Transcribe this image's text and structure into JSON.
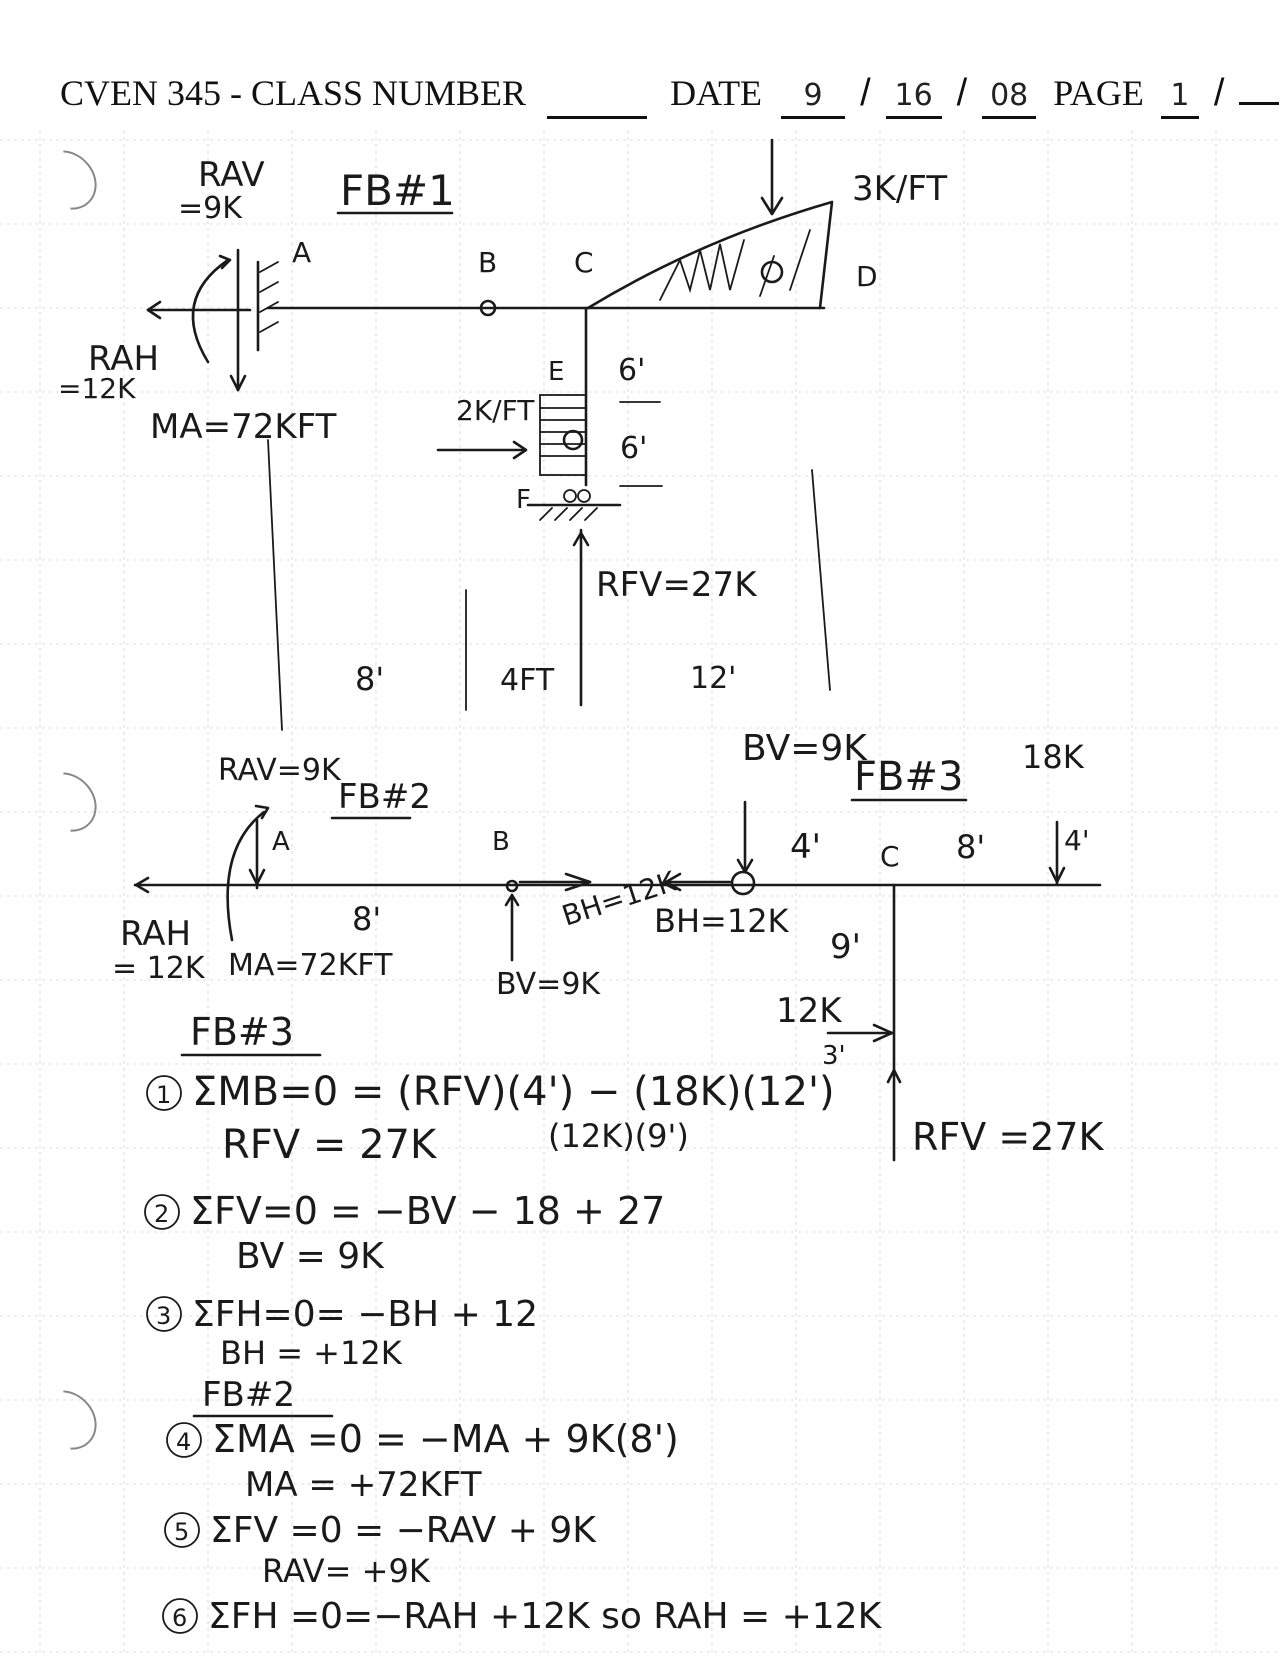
{
  "header": {
    "course": "CVEN 345 - CLASS NUMBER",
    "date_label": "DATE",
    "month": "9",
    "day": "16",
    "year": "08",
    "page_label": "PAGE",
    "page_number": "1",
    "page_total": ""
  },
  "fb1": {
    "title": "FB#1",
    "rav": "RAV",
    "rav_value": "=9K",
    "rah": "RAH",
    "rah_value": "=12K",
    "moment": "MA=72KFT",
    "load": "3K/FT",
    "point_a": "A",
    "point_b": "B",
    "point_c": "C",
    "point_d": "D",
    "point_e": "E",
    "point_f": "F",
    "dim_6_upper": "6'",
    "dim_6_lower": "6'",
    "side_load": "2K/FT",
    "rfv": "RFV=27K"
  },
  "dimensions": {
    "d8": "8'",
    "d4": "4FT",
    "d12": "12'"
  },
  "fb2": {
    "title": "FB#2",
    "rav": "RAV=9K",
    "point_a": "A",
    "point_b": "B",
    "rah": "RAH",
    "rah_value": "= 12K",
    "moment": "MA=72KFT",
    "span": "8'",
    "bh": "BH=12K",
    "bv": "BV=9K"
  },
  "fb3": {
    "title": "FB#3",
    "bv": "BV=9K",
    "load": "18K",
    "bh": "BH=12K",
    "dim_4": "4'",
    "point_c": "C",
    "dim_8": "8'",
    "dim_4b": "4'",
    "dim_9": "9'",
    "force": "12K",
    "dim_3": "3'",
    "rfv": "RFV =27K"
  },
  "equations": [
    {
      "heading": "FB#3"
    },
    {
      "n": "1",
      "text": "ΣMB=0 = (RFV)(4') − (18K)(12')",
      "sub": "(12K)(9')"
    },
    {
      "text": "RFV = 27K"
    },
    {
      "n": "2",
      "text": "ΣFV=0 = −BV − 18 + 27"
    },
    {
      "text": "BV = 9K"
    },
    {
      "n": "3",
      "text": "ΣFH=0= −BH + 12"
    },
    {
      "text": "BH = +12K"
    },
    {
      "heading": "FB#2"
    },
    {
      "n": "4",
      "text": "ΣMA =0 = −MA + 9K(8')"
    },
    {
      "text": "MA = +72KFT"
    },
    {
      "n": "5",
      "text": "ΣFV =0 = −RAV + 9K"
    },
    {
      "text": "RAV= +9K"
    },
    {
      "n": "6",
      "text": "ΣFH =0=−RAH +12K so RAH = +12K"
    }
  ]
}
